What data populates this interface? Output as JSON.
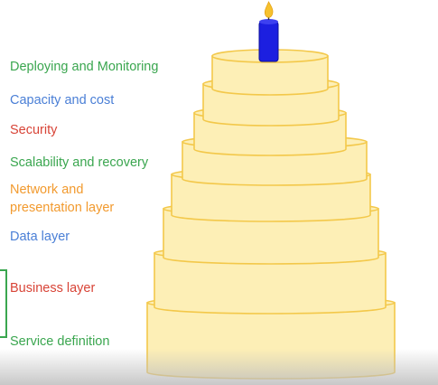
{
  "colors": {
    "green": "#3aa64f",
    "blue": "#4a7fd6",
    "red": "#d84437",
    "orange": "#f29a2e",
    "cake_fill": "#fdefb6",
    "cake_stroke": "#f3c84a",
    "candle": "#1c1fe0",
    "flame": "#f6c12e"
  },
  "layers": [
    {
      "label": "Deploying and Monitoring",
      "color": "green"
    },
    {
      "label": "Capacity and cost",
      "color": "blue"
    },
    {
      "label": "Security",
      "color": "red"
    },
    {
      "label": "Scalability and recovery",
      "color": "green"
    },
    {
      "label": "Network and\npresentation layer",
      "color": "orange"
    },
    {
      "label": "Data layer",
      "color": "blue"
    },
    {
      "label": "Business layer",
      "color": "red"
    },
    {
      "label": "Service definition",
      "color": "green"
    }
  ],
  "icons": [
    "candle-icon",
    "flame-icon"
  ]
}
